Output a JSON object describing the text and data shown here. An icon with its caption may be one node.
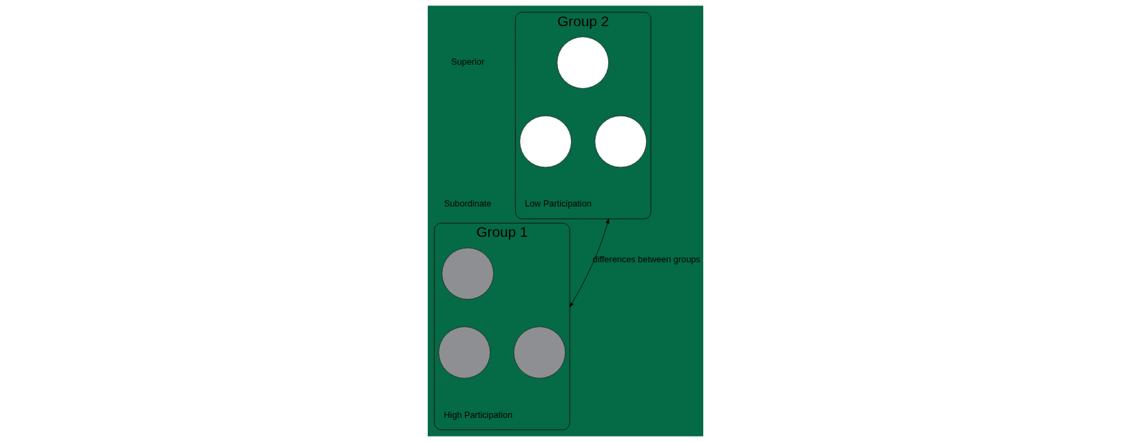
{
  "diagram": {
    "nodes": [
      {
        "text": [
          "Group 1"
        ],
        "beside": [
          "High Participation"
        ]
      },
      {
        "text": [],
        "shape": "circle",
        "in": 0
      },
      {
        "text": [],
        "shape": "circle",
        "in": 0
      },
      {
        "text": [],
        "shape": "circle",
        "in": 0
      },
      {
        "text": [
          "Group 2"
        ],
        "beside": [
          "Low Participation"
        ]
      },
      {
        "text": [],
        "shape": "circle",
        "in": 4
      },
      {
        "text": [],
        "shape": "circle",
        "in": 4
      },
      {
        "text": [],
        "shape": "circle",
        "in": 4
      }
    ],
    "edges": [
      {
        "from": 0,
        "to": 4,
        "arrow": "both",
        "label": "differences between groups"
      }
    ],
    "labels": [
      "Superior",
      "Subordinate"
    ]
  }
}
